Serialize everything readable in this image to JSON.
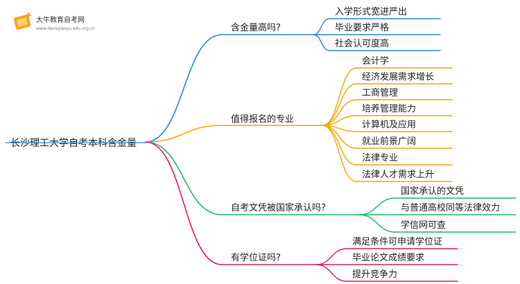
{
  "logo": {
    "title": "大牛教育自考网",
    "url": "www.daniujiaoyu.edu.org.cn",
    "icon": "book-with-sparkle-icon"
  },
  "root": "长沙理工大学自考本科含金量",
  "colors": {
    "blue": "#2f84e8",
    "orange": "#f2a900",
    "green": "#1fb86a",
    "pink": "#e5196e",
    "text": "#222222"
  },
  "branches": [
    {
      "label": "含金量高吗?",
      "color": "blue",
      "children": [
        "入学形式宽进严出",
        "毕业要求严格",
        "社会认可度高"
      ]
    },
    {
      "label": "值得报名的专业",
      "color": "orange",
      "children": [
        {
          "label": "会计学",
          "children": [
            "经济发展需求增长"
          ]
        },
        {
          "label": "工商管理",
          "children": [
            "培养管理能力"
          ]
        },
        {
          "label": "计算机及应用",
          "children": [
            "就业前景广阔"
          ]
        },
        {
          "label": "法律专业",
          "children": [
            "法律人才需求上升"
          ]
        }
      ]
    },
    {
      "label": "自考文凭被国家承认吗?",
      "color": "green",
      "children": [
        "国家承认的文凭",
        "与普通高校同等法律效力",
        "学信网可查"
      ]
    },
    {
      "label": "有学位证吗?",
      "color": "pink",
      "children": [
        "满足条件可申请学位证",
        "毕业论文成绩要求",
        "提升竞争力"
      ]
    }
  ]
}
